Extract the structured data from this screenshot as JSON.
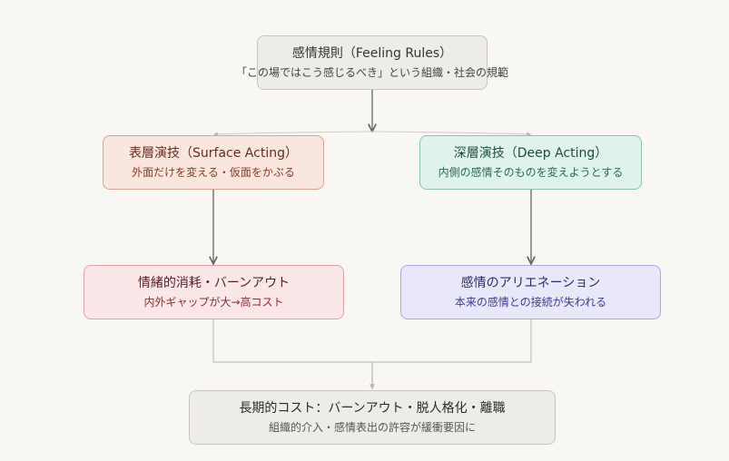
{
  "diagram": {
    "nodes": {
      "feeling_rules": {
        "title": "感情規則（Feeling Rules）",
        "subtitle": "「この場ではこう感じるべき」という組織・社会の規範"
      },
      "surface_acting": {
        "title": "表層演技（Surface Acting）",
        "subtitle": "外面だけを変える・仮面をかぶる"
      },
      "deep_acting": {
        "title": "深層演技（Deep Acting）",
        "subtitle": "内側の感情そのものを変えようとする"
      },
      "emotional_exhaustion": {
        "title": "情緒的消耗・バーンアウト",
        "subtitle": "内外ギャップが大→高コスト"
      },
      "emotional_alienation": {
        "title": "感情のアリエネーション",
        "subtitle": "本来の感情との接続が失われる"
      },
      "long_term_cost": {
        "title": "長期的コスト：バーンアウト・脱人格化・離職",
        "subtitle": "組織的介入・感情表出の許容が緩衝要因に"
      }
    },
    "edges": [
      {
        "from": "feeling_rules",
        "to": "surface_acting"
      },
      {
        "from": "feeling_rules",
        "to": "deep_acting"
      },
      {
        "from": "surface_acting",
        "to": "emotional_exhaustion"
      },
      {
        "from": "deep_acting",
        "to": "emotional_alienation"
      },
      {
        "from": "emotional_exhaustion",
        "to": "long_term_cost"
      },
      {
        "from": "emotional_alienation",
        "to": "long_term_cost"
      }
    ],
    "colors": {
      "background": "#f8f7f4",
      "edge_strong": "#777777",
      "edge_light": "#c4c2bc"
    }
  }
}
